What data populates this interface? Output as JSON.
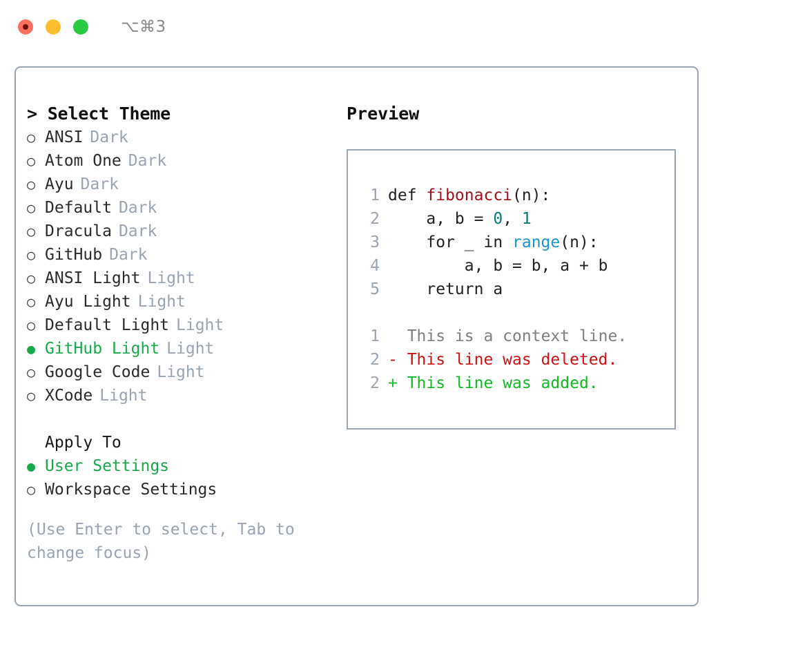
{
  "window": {
    "shortcut_label": "⌥⌘3",
    "traffic_lights": [
      {
        "name": "close",
        "color": "#fd6f61"
      },
      {
        "name": "minimize",
        "color": "#fcbd2e"
      },
      {
        "name": "maximize",
        "color": "#29c940"
      }
    ]
  },
  "colors": {
    "accent_green": "#18a94b",
    "muted": "#9aa5b4",
    "border": "#9aa5b4",
    "text": "#2b2b2b",
    "diff_add": "#11bb22",
    "diff_del": "#cc1111",
    "diff_ctx": "#808080",
    "token_function": "#a2121c",
    "token_number": "#0d7a79",
    "token_builtin": "#1a94cc"
  },
  "theme_panel": {
    "heading": "> Select Theme",
    "items": [
      {
        "bullet": "○",
        "name": "ANSI",
        "tag": "Dark",
        "selected": false
      },
      {
        "bullet": "○",
        "name": "Atom One",
        "tag": "Dark",
        "selected": false
      },
      {
        "bullet": "○",
        "name": "Ayu",
        "tag": "Dark",
        "selected": false
      },
      {
        "bullet": "○",
        "name": "Default",
        "tag": "Dark",
        "selected": false
      },
      {
        "bullet": "○",
        "name": "Dracula",
        "tag": "Dark",
        "selected": false
      },
      {
        "bullet": "○",
        "name": "GitHub",
        "tag": "Dark",
        "selected": false
      },
      {
        "bullet": "○",
        "name": "ANSI Light",
        "tag": "Light",
        "selected": false
      },
      {
        "bullet": "○",
        "name": "Ayu Light",
        "tag": "Light",
        "selected": false
      },
      {
        "bullet": "○",
        "name": "Default Light",
        "tag": "Light",
        "selected": false
      },
      {
        "bullet": "●",
        "name": "GitHub Light",
        "tag": "Light",
        "selected": true
      },
      {
        "bullet": "○",
        "name": "Google Code",
        "tag": "Light",
        "selected": false
      },
      {
        "bullet": "○",
        "name": "XCode",
        "tag": "Light",
        "selected": false
      }
    ],
    "apply_to": {
      "title": "Apply To",
      "items": [
        {
          "bullet": "●",
          "name": "User Settings",
          "selected": true
        },
        {
          "bullet": "○",
          "name": "Workspace Settings",
          "selected": false
        }
      ]
    },
    "hint": "(Use Enter to select, Tab to change focus)"
  },
  "preview_panel": {
    "heading": "Preview",
    "code_lines": [
      {
        "number": "1",
        "tokens": [
          {
            "text": "def ",
            "type": "plain"
          },
          {
            "text": "fibonacci",
            "type": "function"
          },
          {
            "text": "(n):",
            "type": "plain"
          }
        ]
      },
      {
        "number": "2",
        "tokens": [
          {
            "text": "    a, b = ",
            "type": "plain"
          },
          {
            "text": "0",
            "type": "number"
          },
          {
            "text": ", ",
            "type": "plain"
          },
          {
            "text": "1",
            "type": "number"
          }
        ]
      },
      {
        "number": "3",
        "tokens": [
          {
            "text": "    for _ in ",
            "type": "plain"
          },
          {
            "text": "range",
            "type": "builtin"
          },
          {
            "text": "(n):",
            "type": "plain"
          }
        ]
      },
      {
        "number": "4",
        "tokens": [
          {
            "text": "        a, b = b, a + b",
            "type": "plain"
          }
        ]
      },
      {
        "number": "5",
        "tokens": [
          {
            "text": "    return a",
            "type": "plain"
          }
        ]
      }
    ],
    "diff_lines": [
      {
        "number": "1",
        "marker": "  ",
        "text": "This is a context line.",
        "type": "context"
      },
      {
        "number": "2",
        "marker": "- ",
        "text": "This line was deleted.",
        "type": "deleted"
      },
      {
        "number": "2",
        "marker": "+ ",
        "text": "This line was added.",
        "type": "added"
      }
    ]
  }
}
